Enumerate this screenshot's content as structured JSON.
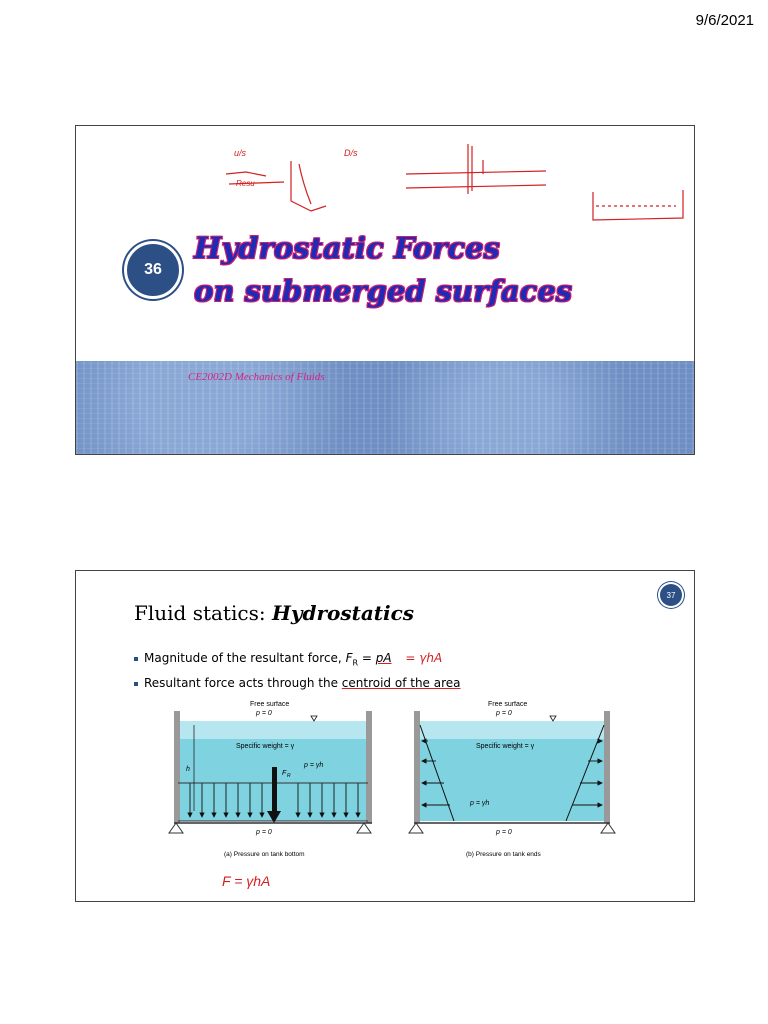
{
  "date": "9/6/2021",
  "slide1": {
    "number": "36",
    "title_line1": "Hydrostatic Forces",
    "title_line2": "on submerged surfaces",
    "course": "CE2002D Mechanics of Fluids",
    "annotations": {
      "us": "u/s",
      "ds": "D/s",
      "resultant": "Resu"
    }
  },
  "slide2": {
    "number": "37",
    "heading_plain": "Fluid statics: ",
    "heading_italic": "Hydrostatics",
    "bullet1_text": "Magnitude of the resultant force, ",
    "bullet1_formula": "F",
    "bullet1_sub": "R",
    "bullet1_eq": " = ",
    "bullet1_pa": "pA",
    "bullet1_hand": "= γhA",
    "bullet2_text": "Resultant force acts through the ",
    "bullet2_underlined": "centroid of the area",
    "figure": {
      "free_surface": "Free surface",
      "p_zero": "p = 0",
      "specific_weight": "Specific weight = γ",
      "p_gamma_h": "p = γh",
      "fr_label": "F",
      "fr_sub": "R",
      "h_label": "h",
      "caption_a": "(a) Pressure on tank bottom",
      "caption_b": "(b) Pressure on tank ends",
      "hand_formula": "F = γhA"
    }
  }
}
